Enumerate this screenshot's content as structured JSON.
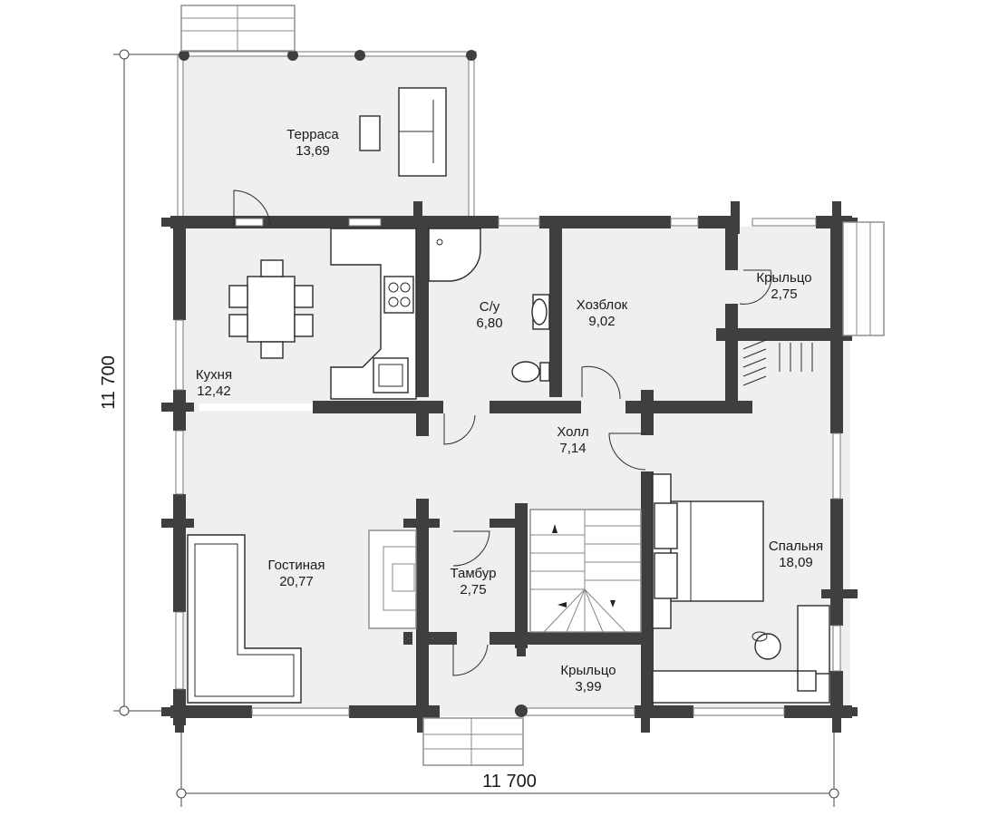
{
  "plan": {
    "dimensions": {
      "width_label": "11 700",
      "height_label": "11 700"
    },
    "rooms": [
      {
        "id": "terrace",
        "name": "Терраса",
        "area": "13,69"
      },
      {
        "id": "kitchen",
        "name": "Кухня",
        "area": "12,42"
      },
      {
        "id": "bathroom",
        "name": "С/у",
        "area": "6,80"
      },
      {
        "id": "utility",
        "name": "Хозблок",
        "area": "9,02"
      },
      {
        "id": "porch-top",
        "name": "Крыльцо",
        "area": "2,75"
      },
      {
        "id": "hall",
        "name": "Холл",
        "area": "7,14"
      },
      {
        "id": "living",
        "name": "Гостиная",
        "area": "20,77"
      },
      {
        "id": "vestibule",
        "name": "Тамбур",
        "area": "2,75"
      },
      {
        "id": "bedroom",
        "name": "Спальня",
        "area": "18,09"
      },
      {
        "id": "porch-bottom",
        "name": "Крыльцо",
        "area": "3,99"
      }
    ],
    "colors": {
      "wall": "#3f3f3f",
      "floor": "#efefef",
      "furniture": "#ffffff"
    }
  }
}
